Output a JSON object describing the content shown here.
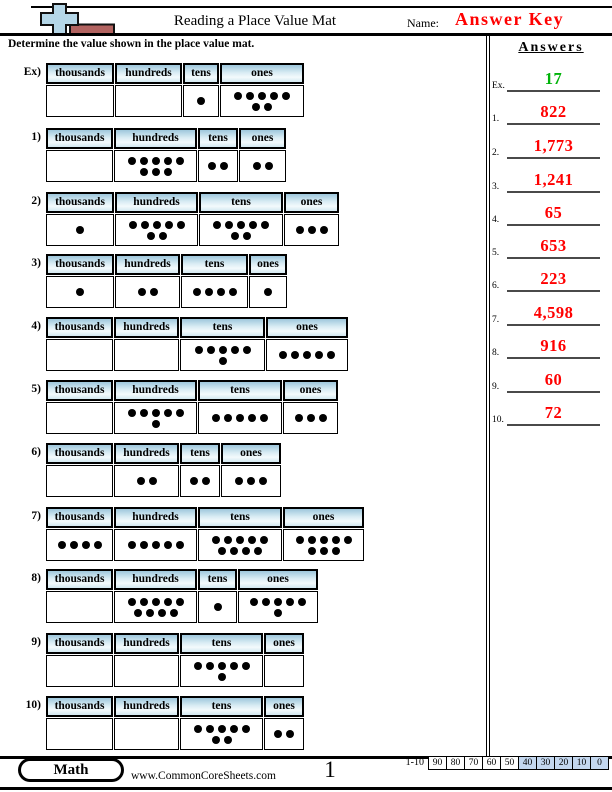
{
  "header": {
    "title": "Reading a Place Value Mat",
    "name_label": "Name:",
    "answer_key": "Answer Key",
    "instruction": "Determine the value shown in the place value mat.",
    "logo_colors": {
      "plus": "#b5d7e8",
      "minus": "#b26360"
    }
  },
  "answers_panel": {
    "title": "Answers",
    "entries": [
      {
        "label": "Ex.",
        "value": "17",
        "color": "#00b309"
      },
      {
        "label": "1.",
        "value": "822",
        "color": "#ff0000"
      },
      {
        "label": "2.",
        "value": "1,773",
        "color": "#ff0000"
      },
      {
        "label": "3.",
        "value": "1,241",
        "color": "#ff0000"
      },
      {
        "label": "4.",
        "value": "65",
        "color": "#ff0000"
      },
      {
        "label": "5.",
        "value": "653",
        "color": "#ff0000"
      },
      {
        "label": "6.",
        "value": "223",
        "color": "#ff0000"
      },
      {
        "label": "7.",
        "value": "4,598",
        "color": "#ff0000"
      },
      {
        "label": "8.",
        "value": "916",
        "color": "#ff0000"
      },
      {
        "label": "9.",
        "value": "60",
        "color": "#ff0000"
      },
      {
        "label": "10.",
        "value": "72",
        "color": "#ff0000"
      }
    ]
  },
  "place_value_columns": [
    "thousands",
    "hundreds",
    "tens",
    "ones"
  ],
  "problems": [
    {
      "label": "Ex)",
      "dots": [
        0,
        0,
        1,
        7
      ]
    },
    {
      "label": "1)",
      "dots": [
        0,
        8,
        2,
        2
      ]
    },
    {
      "label": "2)",
      "dots": [
        1,
        7,
        7,
        3
      ]
    },
    {
      "label": "3)",
      "dots": [
        1,
        2,
        4,
        1
      ]
    },
    {
      "label": "4)",
      "dots": [
        0,
        0,
        6,
        5
      ]
    },
    {
      "label": "5)",
      "dots": [
        0,
        6,
        5,
        3
      ]
    },
    {
      "label": "6)",
      "dots": [
        0,
        2,
        2,
        3
      ]
    },
    {
      "label": "7)",
      "dots": [
        4,
        5,
        9,
        8
      ]
    },
    {
      "label": "8)",
      "dots": [
        0,
        9,
        1,
        6
      ]
    },
    {
      "label": "9)",
      "dots": [
        0,
        0,
        6,
        0
      ]
    },
    {
      "label": "10)",
      "dots": [
        0,
        0,
        7,
        2
      ]
    }
  ],
  "footer": {
    "subject": "Math",
    "website": "www.CommonCoreSheets.com",
    "page_number": "1",
    "grading": {
      "label": "1-10",
      "scores": [
        "90",
        "80",
        "70",
        "60",
        "50",
        "40",
        "30",
        "20",
        "10",
        "0"
      ],
      "highlight_from_index": 5,
      "highlight_color": "#c3d7ef"
    }
  }
}
